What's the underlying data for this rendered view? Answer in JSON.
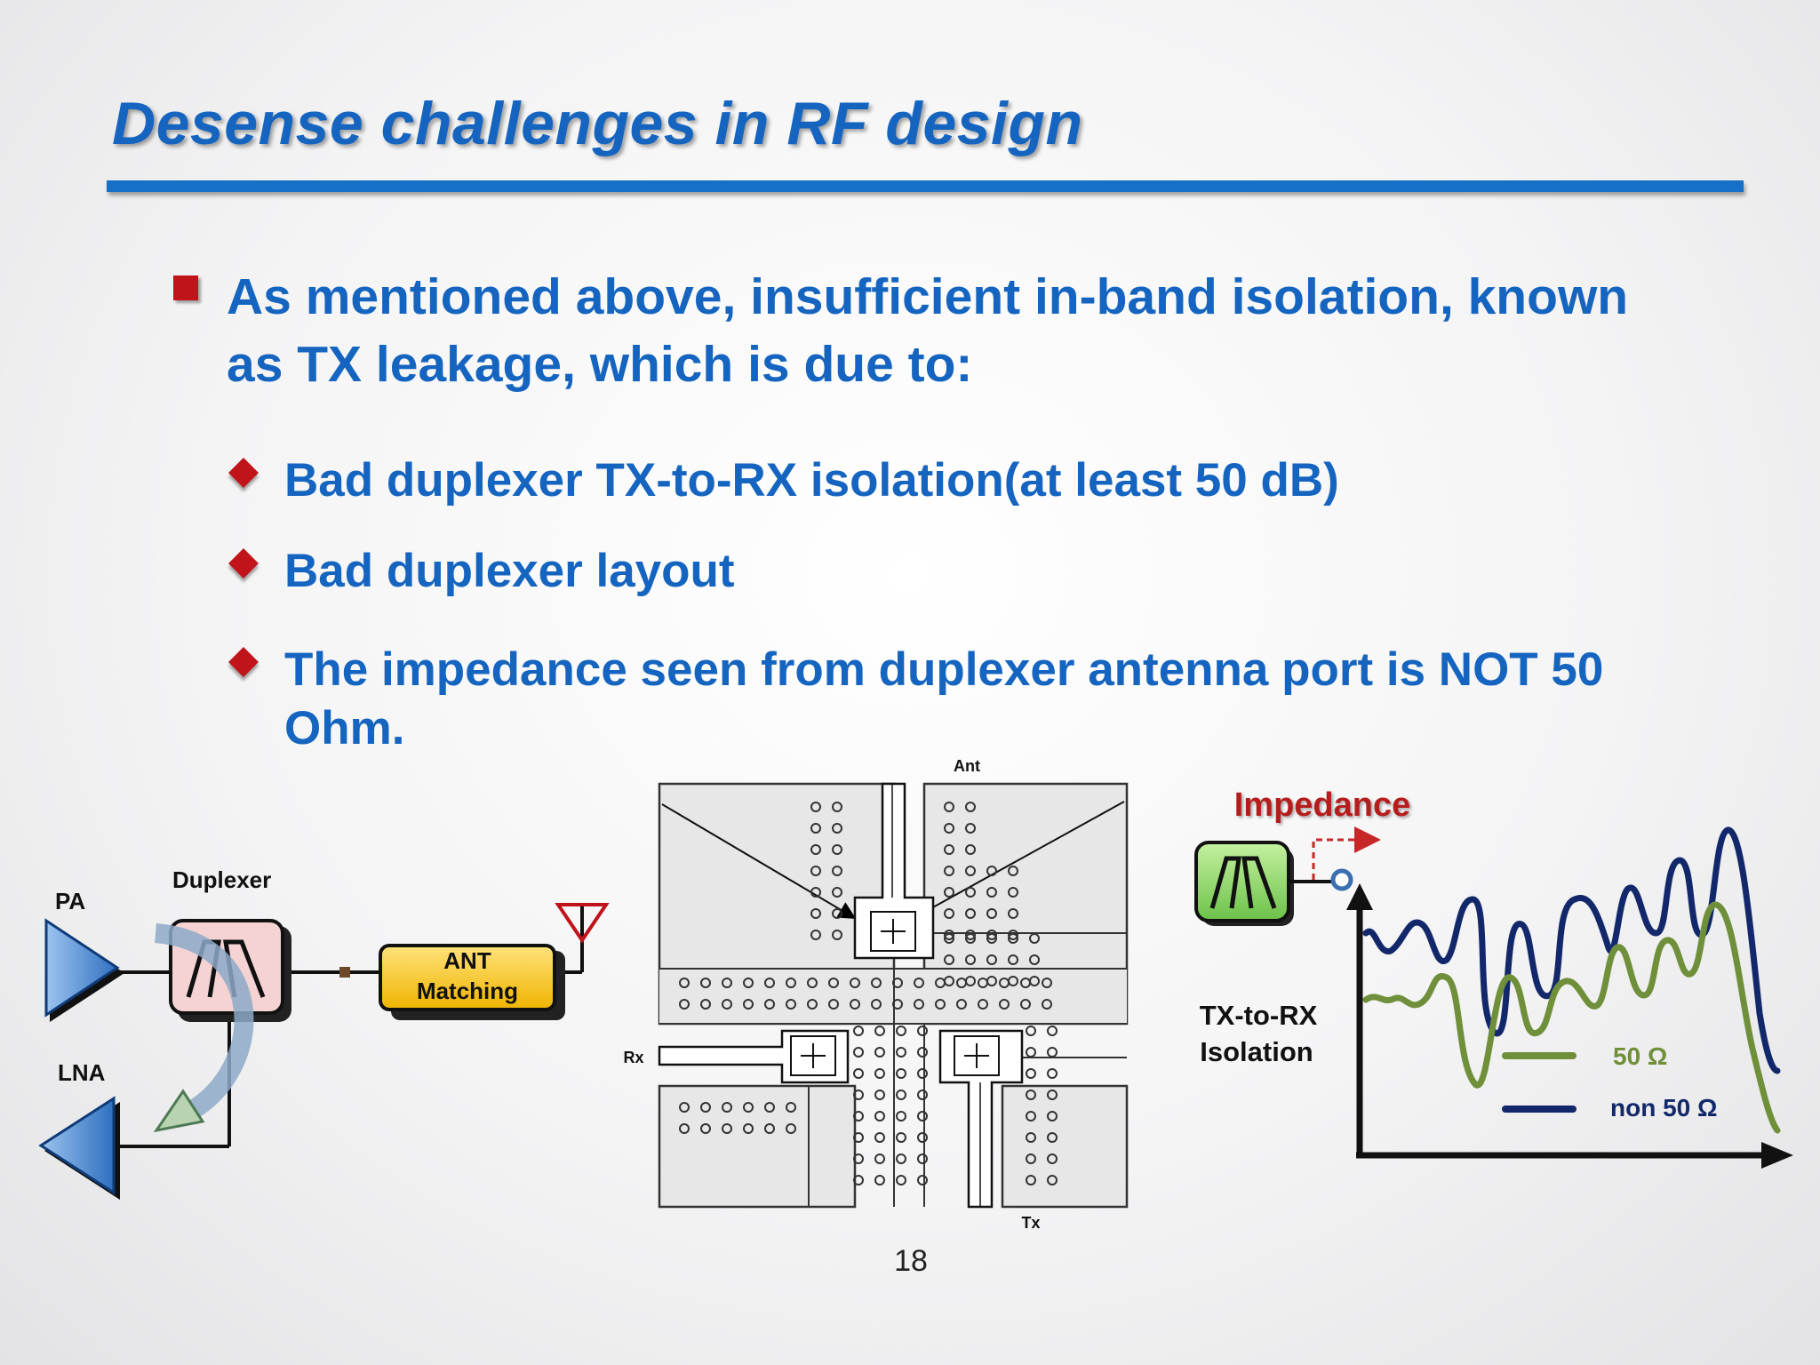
{
  "slide": {
    "title": "Desense challenges in RF design",
    "bullet": "As mentioned above, insufficient in-band isolation, known as TX leakage, which is due to:",
    "sub_bullets": [
      "Bad duplexer TX-to-RX isolation(at least 50 dB)",
      "Bad duplexer layout",
      "The impedance seen from duplexer antenna port is NOT 50 Ohm."
    ],
    "page_number": "18"
  },
  "block_diagram": {
    "pa_label": "PA",
    "duplexer_label": "Duplexer",
    "lna_label": "LNA",
    "ant_matching_label_1": "ANT",
    "ant_matching_label_2": "Matching"
  },
  "layout_diagram": {
    "ant_label": "Ant",
    "rx_label": "Rx",
    "tx_label": "Tx"
  },
  "isolation_plot": {
    "impedance_label": "Impedance",
    "y_label_1": "TX-to-RX",
    "y_label_2": "Isolation",
    "legend": [
      {
        "label": "50 Ω",
        "color": "#6f8f3a"
      },
      {
        "label": "non 50 Ω",
        "color": "#13286b"
      }
    ]
  },
  "colors": {
    "title_blue": "#1565c0",
    "bullet_red": "#c0141a",
    "impedance_red": "#b71c1c",
    "green_trace": "#6f8f3a",
    "navy_trace": "#13286b"
  }
}
